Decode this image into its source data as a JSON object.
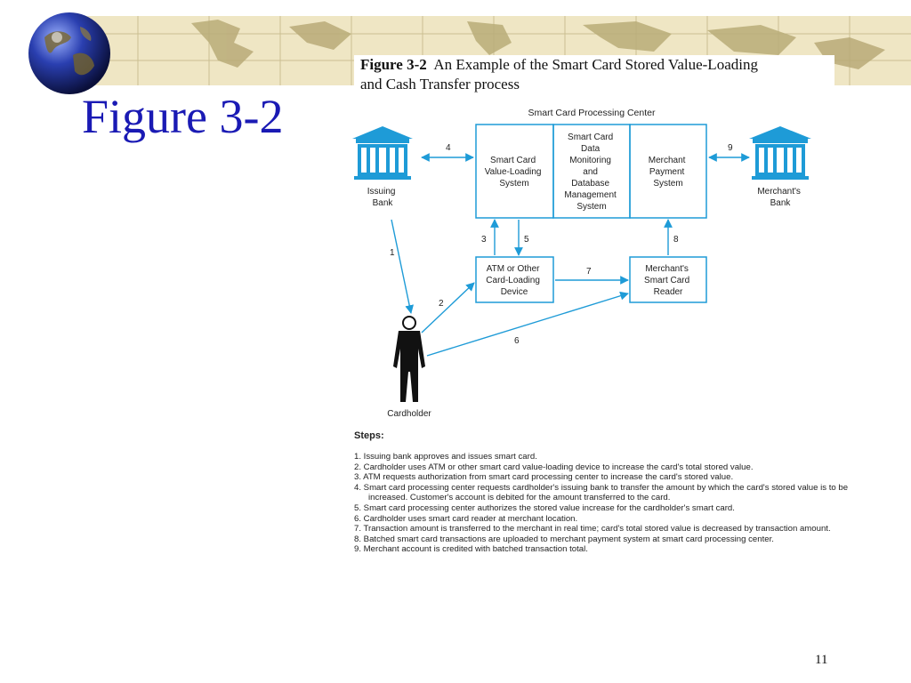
{
  "slide": {
    "title": "Figure 3-2",
    "page_number": "11"
  },
  "caption": {
    "figure_label": "Figure 3-2",
    "line1_rest": "An Example of the Smart Card Stored Value-Loading",
    "line2": "and Cash Transfer process"
  },
  "diagram": {
    "center_label": "Smart Card Processing Center",
    "box_value_loading": [
      "Smart Card",
      "Value-Loading",
      "System"
    ],
    "box_monitoring": [
      "Smart Card",
      "Data",
      "Monitoring",
      "and",
      "Database",
      "Management",
      "System"
    ],
    "box_merchant_payment": [
      "Merchant",
      "Payment",
      "System"
    ],
    "box_atm": [
      "ATM or Other",
      "Card-Loading",
      "Device"
    ],
    "box_reader": [
      "Merchant's",
      "Smart Card",
      "Reader"
    ],
    "issuing_bank": [
      "Issuing",
      "Bank"
    ],
    "merchants_bank": [
      "Merchant's",
      "Bank"
    ],
    "cardholder": "Cardholder",
    "step_numbers": [
      "1",
      "2",
      "3",
      "4",
      "5",
      "6",
      "7",
      "8",
      "9"
    ],
    "colors": {
      "stroke": "#1e9bd7",
      "bank_fill": "#1e9bd7",
      "person": "#111111"
    }
  },
  "steps": {
    "title": "Steps:",
    "items": [
      "1. Issuing bank approves and issues smart card.",
      "2. Cardholder uses ATM or other smart card value-loading device to increase the card's total stored value.",
      "3. ATM requests authorization from smart card processing center to increase the card's stored value.",
      "4. Smart card processing center requests cardholder's issuing bank to transfer the amount by which the card's stored value is to be increased. Customer's account is debited for the amount transferred to the card.",
      "5. Smart card processing center authorizes the stored value increase for the cardholder's smart card.",
      "6. Cardholder uses smart card reader at merchant location.",
      "7. Transaction amount is transferred to the merchant in real time; card's total stored value is decreased by transaction amount.",
      "8. Batched smart card transactions are uploaded to merchant payment system at smart card processing center.",
      "9. Merchant account is credited with batched transaction total."
    ]
  }
}
